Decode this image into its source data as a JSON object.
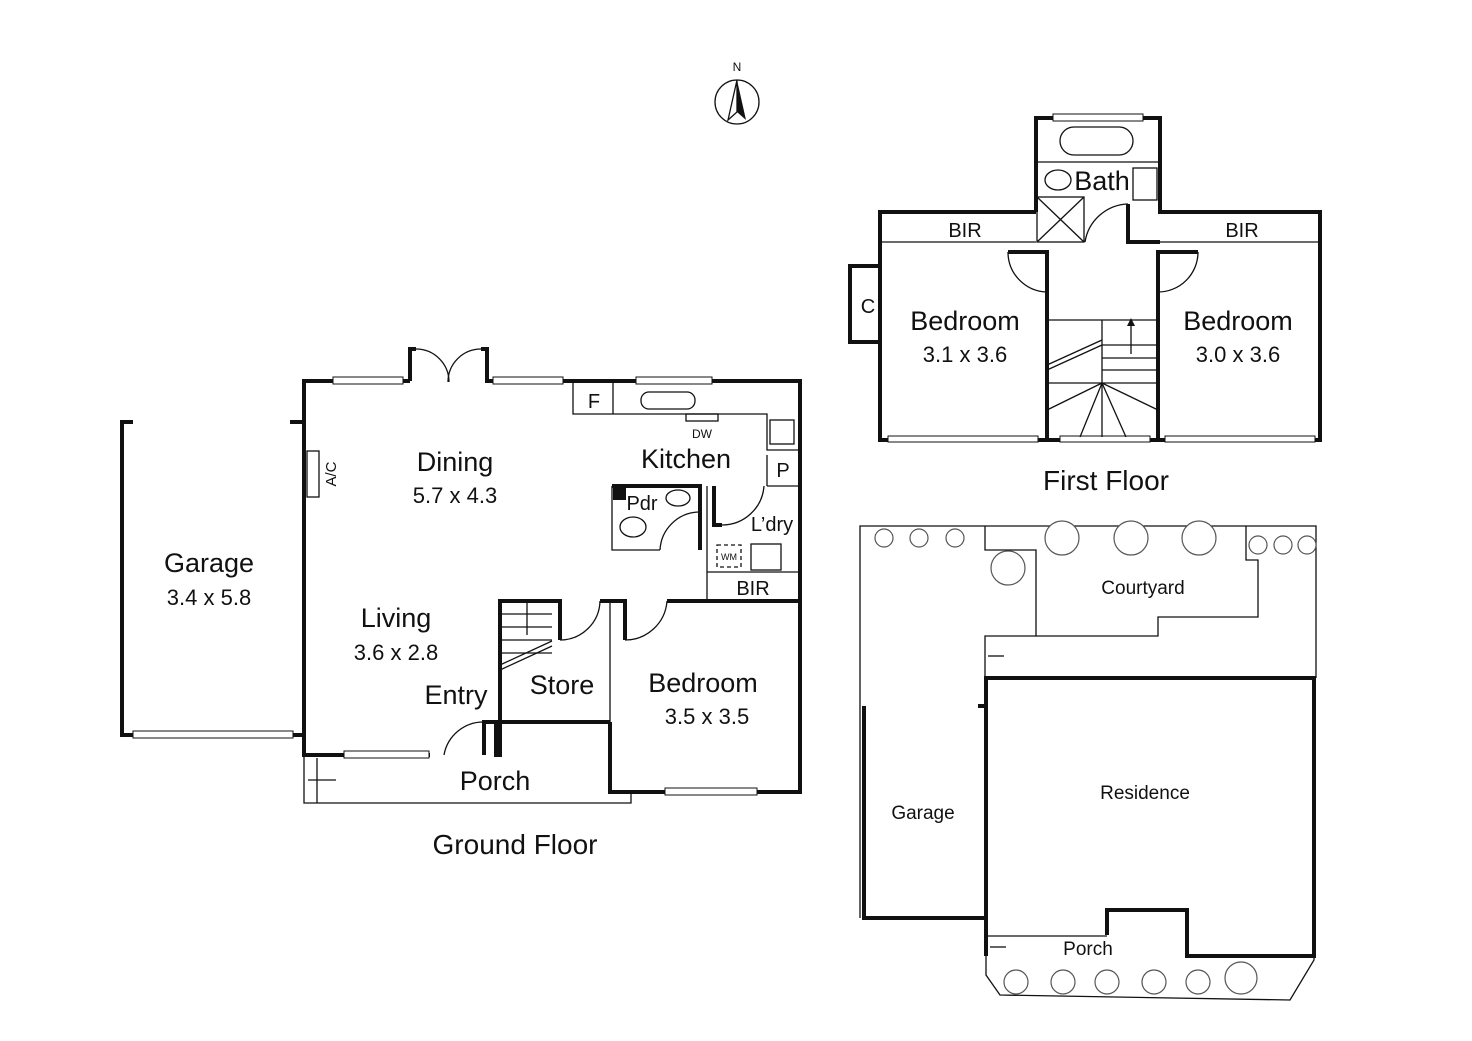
{
  "compass": {
    "label": "N"
  },
  "ground_floor": {
    "title": "Ground Floor",
    "garage": {
      "name": "Garage",
      "size": "3.4 x 5.8"
    },
    "dining": {
      "name": "Dining",
      "size": "5.7 x 4.3"
    },
    "kitchen": {
      "name": "Kitchen"
    },
    "living": {
      "name": "Living",
      "size": "3.6 x 2.8"
    },
    "entry": {
      "name": "Entry"
    },
    "store": {
      "name": "Store"
    },
    "bedroom": {
      "name": "Bedroom",
      "size": "3.5 x 3.5"
    },
    "porch": {
      "name": "Porch"
    },
    "bir": "BIR",
    "laundry": "L’dry",
    "powder": "Pdr",
    "pantry": "P",
    "fridge": "F",
    "dishwasher": "DW",
    "washing_machine": "WM",
    "aircon": "A/C"
  },
  "first_floor": {
    "title": "First Floor",
    "bath": "Bath",
    "bir_left": "BIR",
    "bir_right": "BIR",
    "cupboard": "C",
    "bedroom_left": {
      "name": "Bedroom",
      "size": "3.1 x 3.6"
    },
    "bedroom_right": {
      "name": "Bedroom",
      "size": "3.0 x 3.6"
    }
  },
  "site_plan": {
    "courtyard": "Courtyard",
    "garage": "Garage",
    "residence": "Residence",
    "porch": "Porch"
  }
}
